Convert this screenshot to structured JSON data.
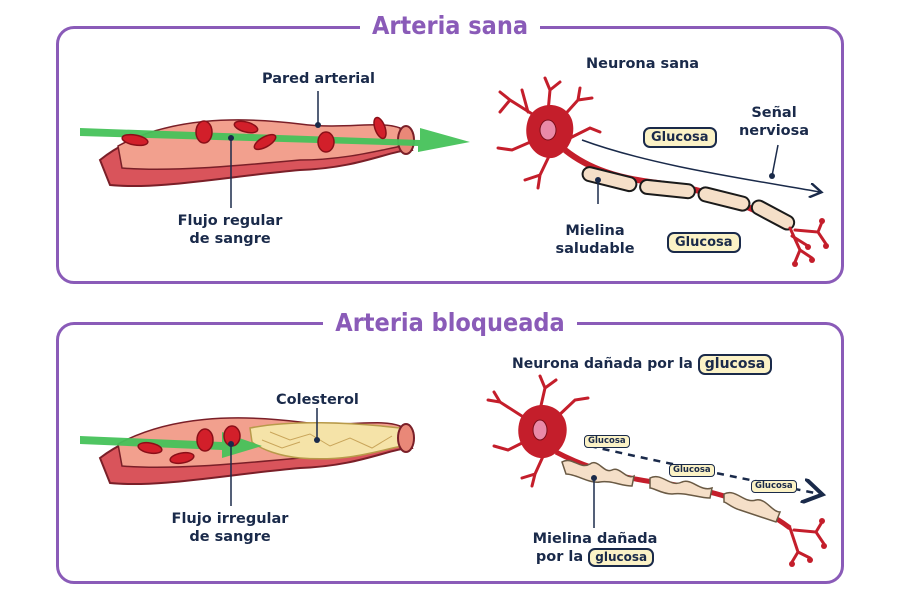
{
  "top": {
    "title": "Arteria sana",
    "artery_wall_label": "Pared arterial",
    "flow_label_line1": "Flujo regular",
    "flow_label_line2": "de sangre",
    "neuron_label": "Neurona sana",
    "glucose_tag_1": "Glucosa",
    "glucose_tag_2": "Glucosa",
    "signal_label_line1": "Señal",
    "signal_label_line2": "nerviosa",
    "myelin_label_line1": "Mielina",
    "myelin_label_line2": "saludable"
  },
  "bottom": {
    "title": "Arteria bloqueada",
    "cholesterol_label": "Colesterol",
    "flow_label_line1": "Flujo irregular",
    "flow_label_line2": "de sangre",
    "neuron_label_prefix": "Neurona dañada por la",
    "neuron_label_tag": "glucosa",
    "glucose_tag_1": "Glucosa",
    "glucose_tag_2": "Glucosa",
    "glucose_tag_3": "Glucosa",
    "myelin_label_line1": "Mielina dañada",
    "myelin_label_prefix": "por la",
    "myelin_label_tag": "glucosa"
  },
  "colors": {
    "frame": "#8a5bb8",
    "artery_outer": "#d9545b",
    "artery_inner": "#f2a08e",
    "blood_cell": "#d21f2a",
    "flow_arrow": "#46c25a",
    "neuron": "#c41e2b",
    "myelin": "#f5dfc8",
    "cholesterol": "#f5e3a8",
    "text": "#1a2a4a",
    "tag_fill": "#fbf2c6"
  }
}
